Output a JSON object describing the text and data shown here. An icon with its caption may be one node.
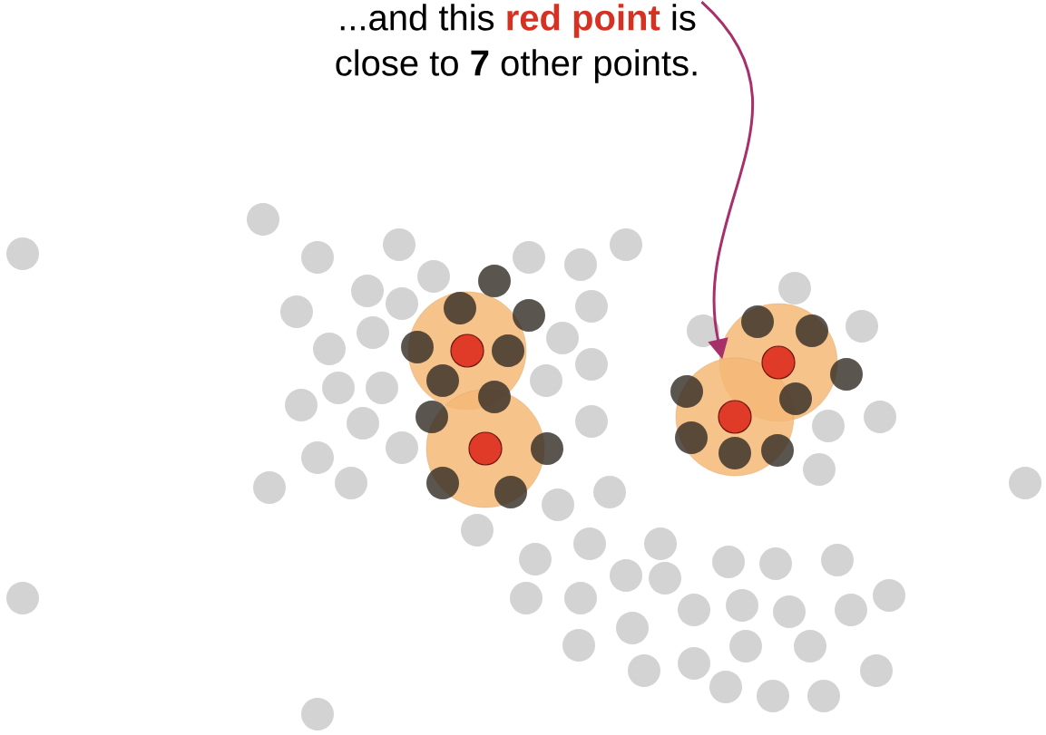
{
  "diagram": {
    "nodes": [
      {
        "text": [
          "...and this",
          "red point",
          "is",
          "close to **7** other points."
        ]
      },
      {
        "text": [],
        "shape": "circle"
      }
    ],
    "edges": [
      {
        "from": 0,
        "to": 1,
        "arrow": "to",
        "color": "#a8306a"
      }
    ]
  }
}
